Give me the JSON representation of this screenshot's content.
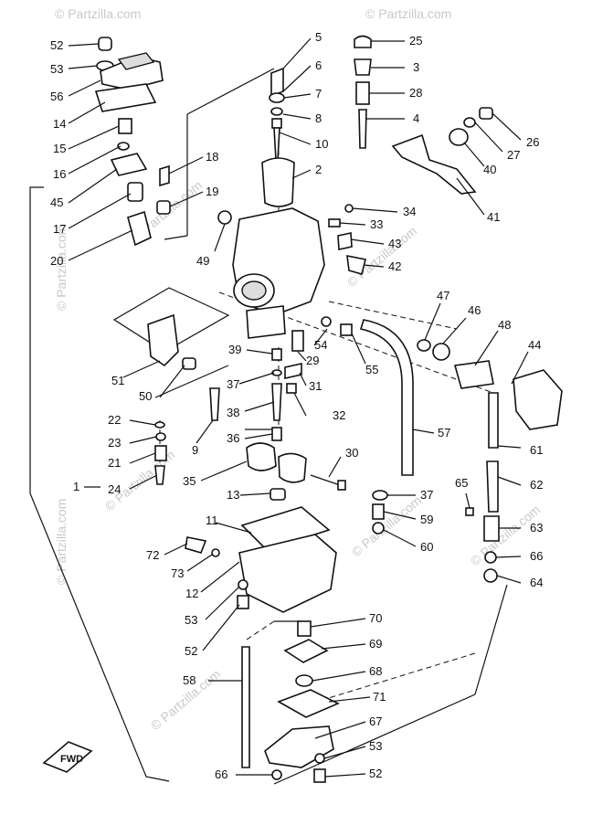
{
  "watermark": "© Partzilla.com",
  "fwd_label": "FWD",
  "callouts": [
    "52",
    "53",
    "56",
    "14",
    "15",
    "16",
    "45",
    "17",
    "20",
    "5",
    "6",
    "7",
    "8",
    "10",
    "2",
    "18",
    "19",
    "49",
    "25",
    "3",
    "28",
    "4",
    "26",
    "27",
    "40",
    "41",
    "34",
    "33",
    "43",
    "42",
    "47",
    "46",
    "48",
    "44",
    "51",
    "50",
    "39",
    "37",
    "38",
    "29",
    "54",
    "55",
    "31",
    "32",
    "22",
    "23",
    "21",
    "24",
    "9",
    "36",
    "35",
    "30",
    "57",
    "61",
    "62",
    "1",
    "13",
    "11",
    "72",
    "73",
    "12",
    "53",
    "52",
    "37",
    "59",
    "60",
    "65",
    "63",
    "66",
    "64",
    "70",
    "69",
    "68",
    "71",
    "67",
    "58",
    "53",
    "66",
    "52"
  ]
}
